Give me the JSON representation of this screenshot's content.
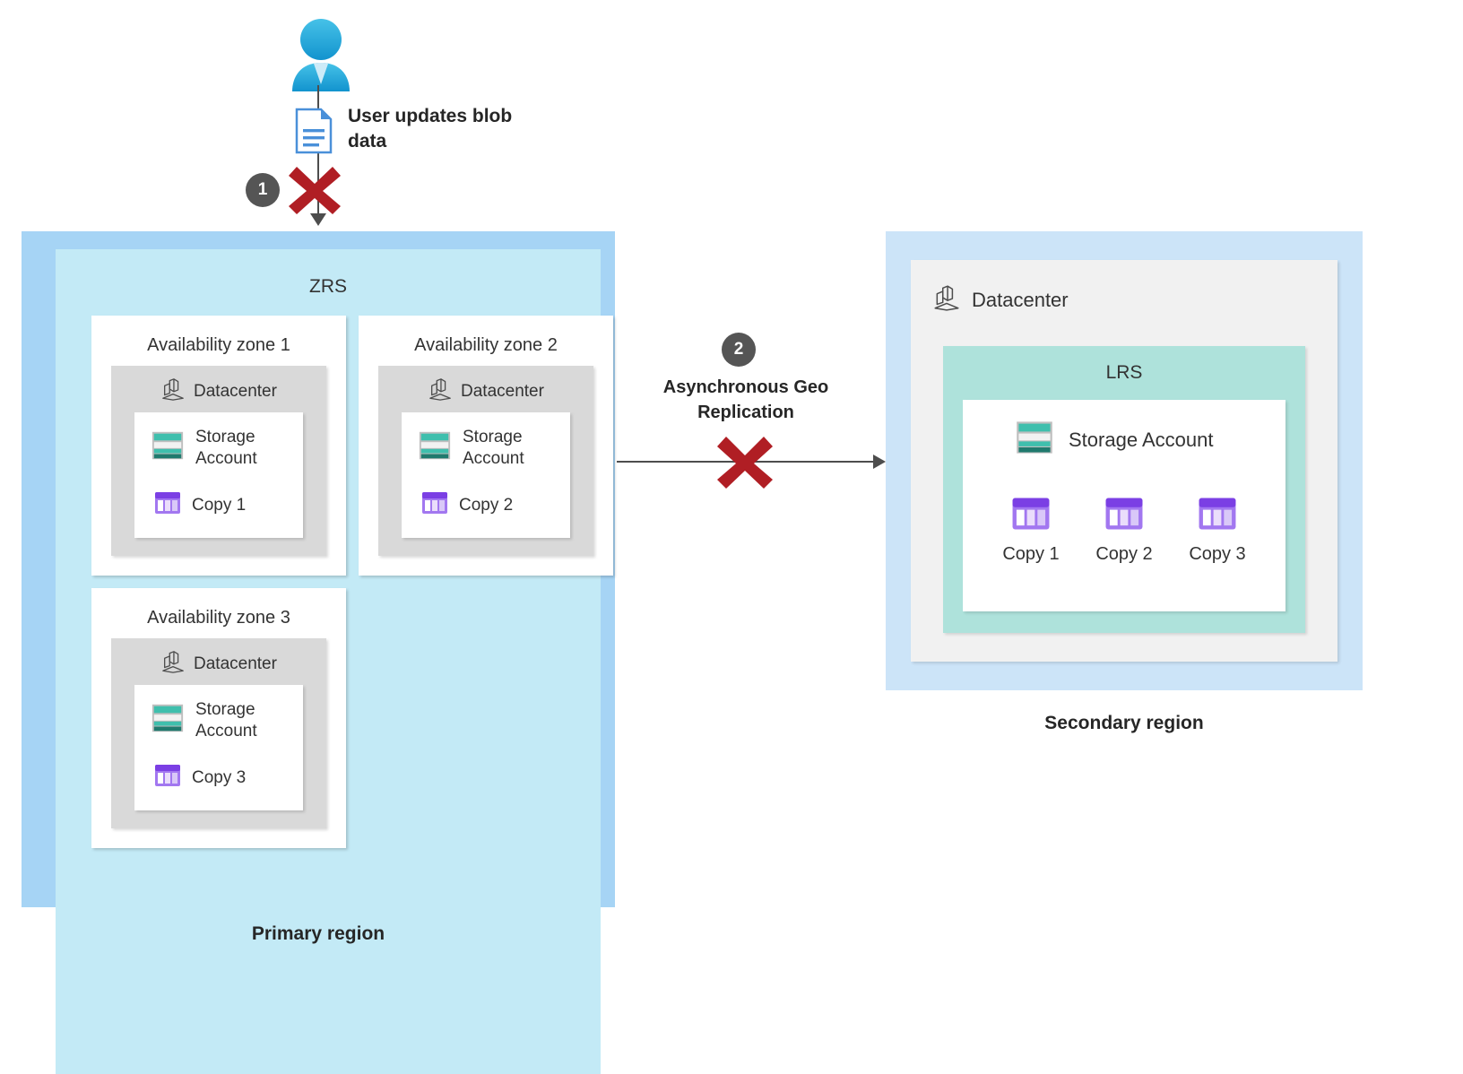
{
  "flow": {
    "user_icon": "user-icon",
    "document_icon": "document-icon",
    "user_update_label": "User updates blob data",
    "step1_badge": "1",
    "step1_blocked_icon": "red-x-icon",
    "geo_badge": "2",
    "geo_label": "Asynchronous Geo Replication",
    "geo_blocked_icon": "red-x-icon"
  },
  "primary": {
    "caption": "Primary region",
    "zrs_title": "ZRS",
    "zones": [
      {
        "title": "Availability zone 1",
        "datacenter_label": "Datacenter",
        "storage_account_label": "Storage Account",
        "copy_label": "Copy 1"
      },
      {
        "title": "Availability zone 2",
        "datacenter_label": "Datacenter",
        "storage_account_label": "Storage Account",
        "copy_label": "Copy 2"
      },
      {
        "title": "Availability zone 3",
        "datacenter_label": "Datacenter",
        "storage_account_label": "Storage Account",
        "copy_label": "Copy 3"
      }
    ]
  },
  "secondary": {
    "caption": "Secondary region",
    "datacenter_label": "Datacenter",
    "lrs_title": "LRS",
    "storage_account_label": "Storage Account",
    "copies": [
      "Copy 1",
      "Copy 2",
      "Copy 3"
    ]
  },
  "colors": {
    "primary_region_bg": "#A6D4F5",
    "zrs_bg": "#C3EAF6",
    "zone_bg": "#FFFFFF",
    "datacenter_bg": "#D9D9D9",
    "secondary_region_bg": "#CCE4F8",
    "secondary_datacenter_bg": "#F1F1F1",
    "lrs_bg": "#AEE2DB",
    "storage_accent": "#3FBFAD",
    "copy_accent": "#7B3FE4",
    "blocked_x": "#B01E24",
    "badge_bg": "#555555",
    "connector": "#4D4D4D",
    "text": "#333333"
  }
}
